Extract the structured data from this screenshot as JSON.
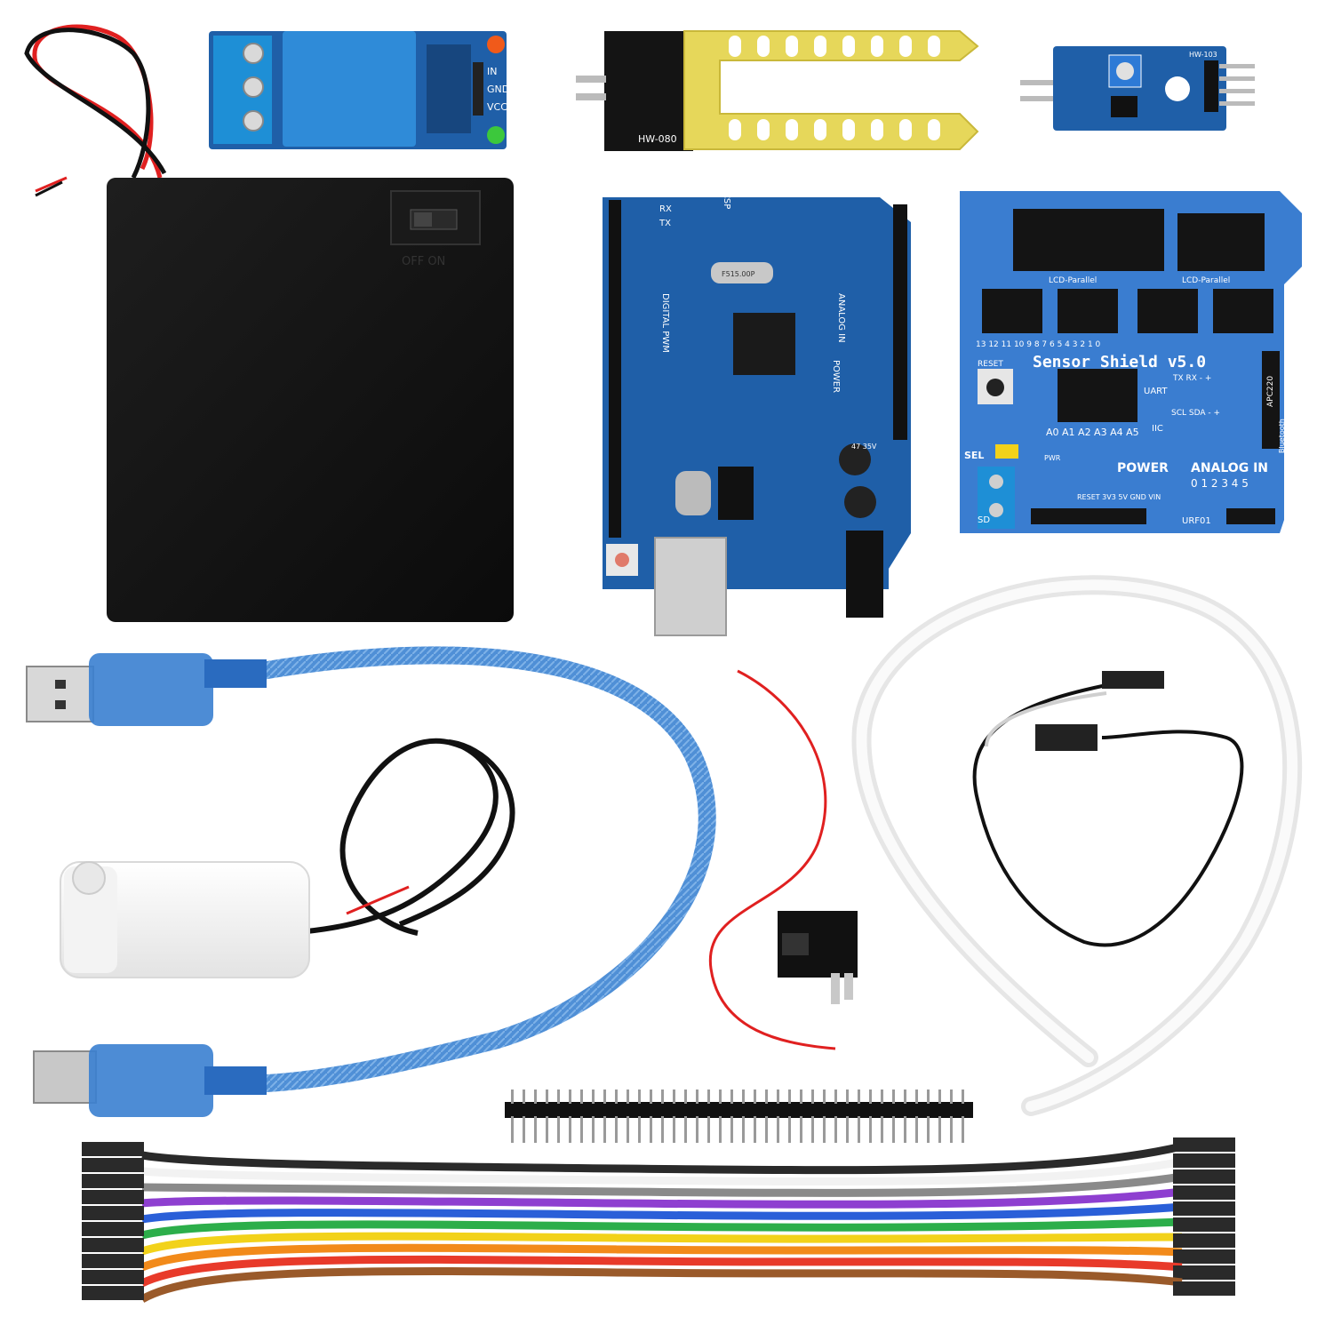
{
  "relay": {
    "pin_in": "IN",
    "pin_gnd": "GND",
    "pin_vcc": "VCC"
  },
  "soil_probe": {
    "model": "HW-080"
  },
  "comparator": {
    "model": "HW-103"
  },
  "battery_box": {
    "switch_label": "OFF ON"
  },
  "uno": {
    "label_analog": "ANALOG IN",
    "label_digital": "DIGITAL PWM",
    "label_power": "POWER",
    "label_iscp": "ICSP",
    "label_tx": "TX",
    "label_rx": "RX",
    "label_crystal": "F515.00P",
    "cap_rating": "47 35V"
  },
  "shield": {
    "title": "Sensor Shield v5.0",
    "lcd_parallel_1": "LCD-Parallel",
    "lcd_parallel_2": "LCD-Parallel",
    "reset": "RESET",
    "power": "POWER",
    "analog_in": "ANALOG IN",
    "analog_pins": "0 1 2 3 4 5",
    "digital_row": "13 12 11 10 9 8 7 6 5 4 3 2 1 0",
    "a_row": "A0 A1 A2 A3 A4 A5",
    "uart": "UART",
    "iic": "IIC",
    "apc220": "APC220",
    "bluetooth": "Bluetooth",
    "sel": "SEL",
    "pwr": "PWR",
    "sd": "SD",
    "urf01": "URF01",
    "txrx": "TX RX - +",
    "sclsda": "SCL SDA - +",
    "power_pins": "RESET 3V3 5V GND VIN"
  },
  "colors": {
    "pcb_blue": "#1f5fa8",
    "shield_blue": "#3a7dd0",
    "usb_blue": "#4f8fd6",
    "ribbon": [
      "#2a2a2a",
      "#f2f2f2",
      "#8a8a8a",
      "#8e3fd0",
      "#2a5fd8",
      "#2cae4a",
      "#f2d21a",
      "#f28a1a",
      "#e83a2a",
      "#9a5a2a"
    ]
  }
}
